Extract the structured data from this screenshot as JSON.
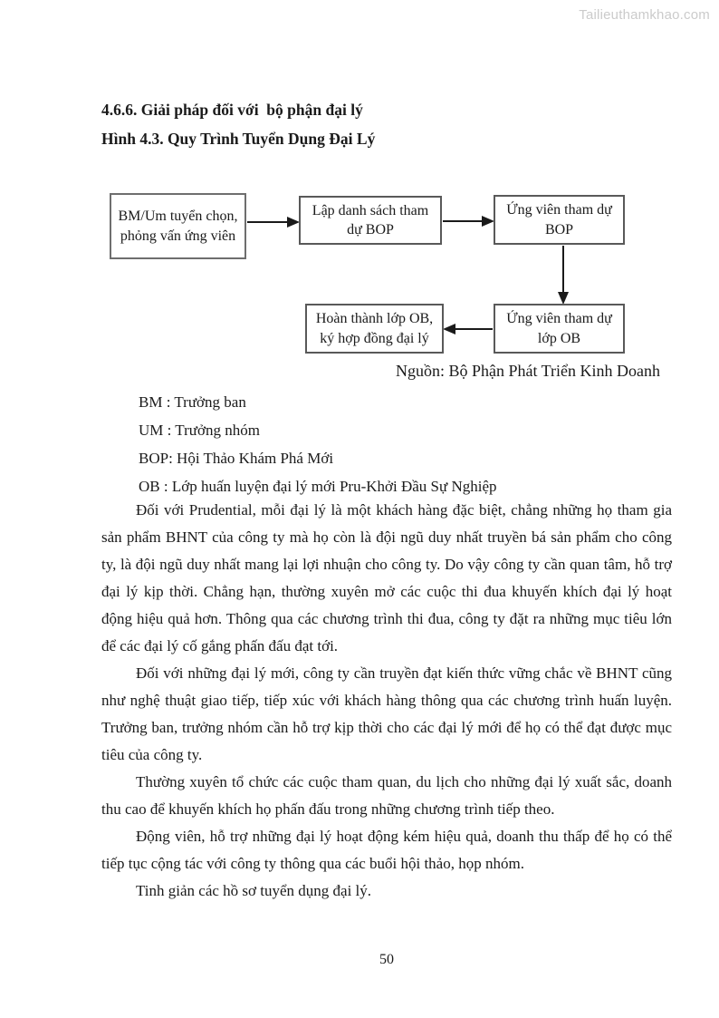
{
  "watermark": "Tailieuthamkhao.com",
  "headings": {
    "section": "4.6.6. Giải pháp đối với  bộ phận đại lý",
    "figure": "Hình 4.3. Quy Trình Tuyển Dụng Đại Lý"
  },
  "flowchart": {
    "boxes": [
      {
        "label": "BM/Um tuyển chọn, phỏng vấn ứng viên"
      },
      {
        "label": "Lập danh sách tham dự BOP"
      },
      {
        "label": "Ứng viên tham dự BOP"
      },
      {
        "label": "Hoàn thành lớp OB, ký hợp đồng đại lý"
      },
      {
        "label": "Ứng viên tham dự lớp OB"
      }
    ],
    "caption": "Nguồn: Bộ Phận Phát Triển Kinh Doanh"
  },
  "definitions": [
    "BM : Trưởng ban",
    "UM : Trưởng nhóm",
    "BOP: Hội Thảo Khám Phá Mới",
    "OB : Lớp huấn luyện đại lý mới Pru-Khởi Đầu Sự Nghiệp"
  ],
  "paragraphs": [
    "Đối với Prudential, mỗi đại lý là một khách hàng đặc biệt, chẳng những họ tham gia sản phẩm BHNT của công ty mà họ còn là đội ngũ duy nhất truyền bá sản phẩm cho công ty, là đội ngũ duy nhất mang lại lợi nhuận cho công ty. Do vậy công ty cần quan tâm, hỗ trợ đại lý kịp thời. Chẳng hạn, thường xuyên mở các cuộc thi đua khuyến khích đại lý hoạt động hiệu quả hơn. Thông qua các chương trình thi đua, công ty đặt ra những mục tiêu lớn để các đại lý cố gắng phấn đấu đạt tới.",
    "Đối với những đại lý mới, công ty cần truyền đạt kiến thức vững chắc về BHNT cũng như nghệ thuật giao tiếp, tiếp xúc với khách hàng thông qua các chương trình huấn luyện. Trưởng ban, trưởng nhóm cần hỗ trợ kịp thời cho các đại lý mới để họ có thể đạt được mục tiêu của công ty.",
    "Thường xuyên tổ chức các cuộc tham quan, du lịch cho những đại lý xuất sắc, doanh thu cao để khuyến khích họ phấn đấu trong những chương trình tiếp theo.",
    "Động viên, hỗ trợ những đại lý hoạt động kém hiệu quả, doanh thu thấp để họ có thể tiếp tục cộng tác với công ty thông qua các buổi hội thảo, họp nhóm.",
    "Tinh giản các hồ sơ tuyển dụng đại lý."
  ],
  "page_number": "50"
}
